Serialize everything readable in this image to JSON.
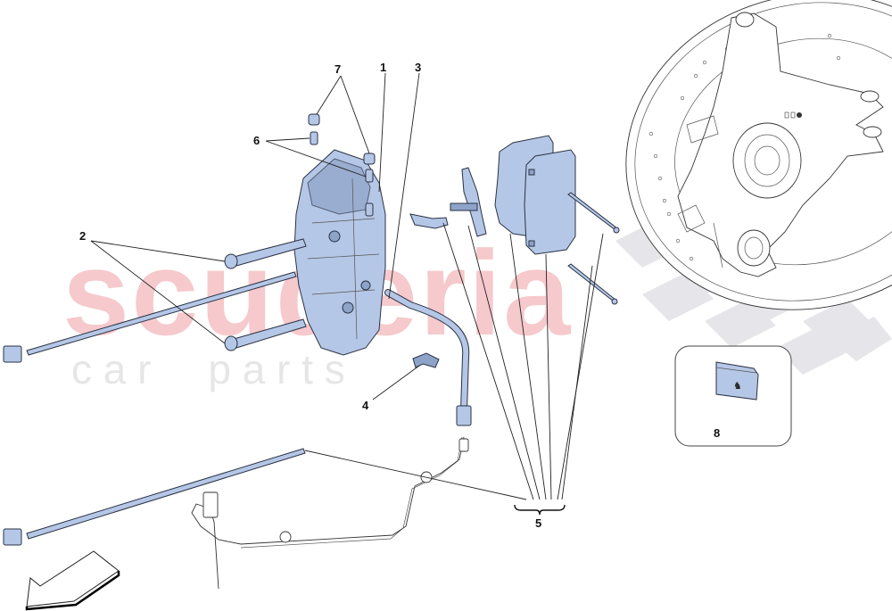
{
  "diagram": {
    "title": "Brake caliper exploded view",
    "watermark": {
      "brand": "scuderia",
      "subtitle": "c a r     p a r t s",
      "color": "#f6c9cc",
      "checker_color": "#e4e4e8"
    },
    "part_fill_color": "#b5c7e6",
    "callouts": [
      {
        "id": "1",
        "label": "1",
        "part": "brake caliper"
      },
      {
        "id": "2",
        "label": "2",
        "part": "caliper mounting bolts"
      },
      {
        "id": "3",
        "label": "3",
        "part": "brake hose"
      },
      {
        "id": "4",
        "label": "4",
        "part": "hose clip"
      },
      {
        "id": "5",
        "label": "5",
        "part": "brake pad kit"
      },
      {
        "id": "6",
        "label": "6",
        "part": "bleed screws"
      },
      {
        "id": "7",
        "label": "7",
        "part": "bleed screw caps"
      },
      {
        "id": "8",
        "label": "8",
        "part": "emblem / label"
      }
    ],
    "inset": {
      "label": "8"
    },
    "direction_arrow": "front-of-vehicle-arrow"
  }
}
